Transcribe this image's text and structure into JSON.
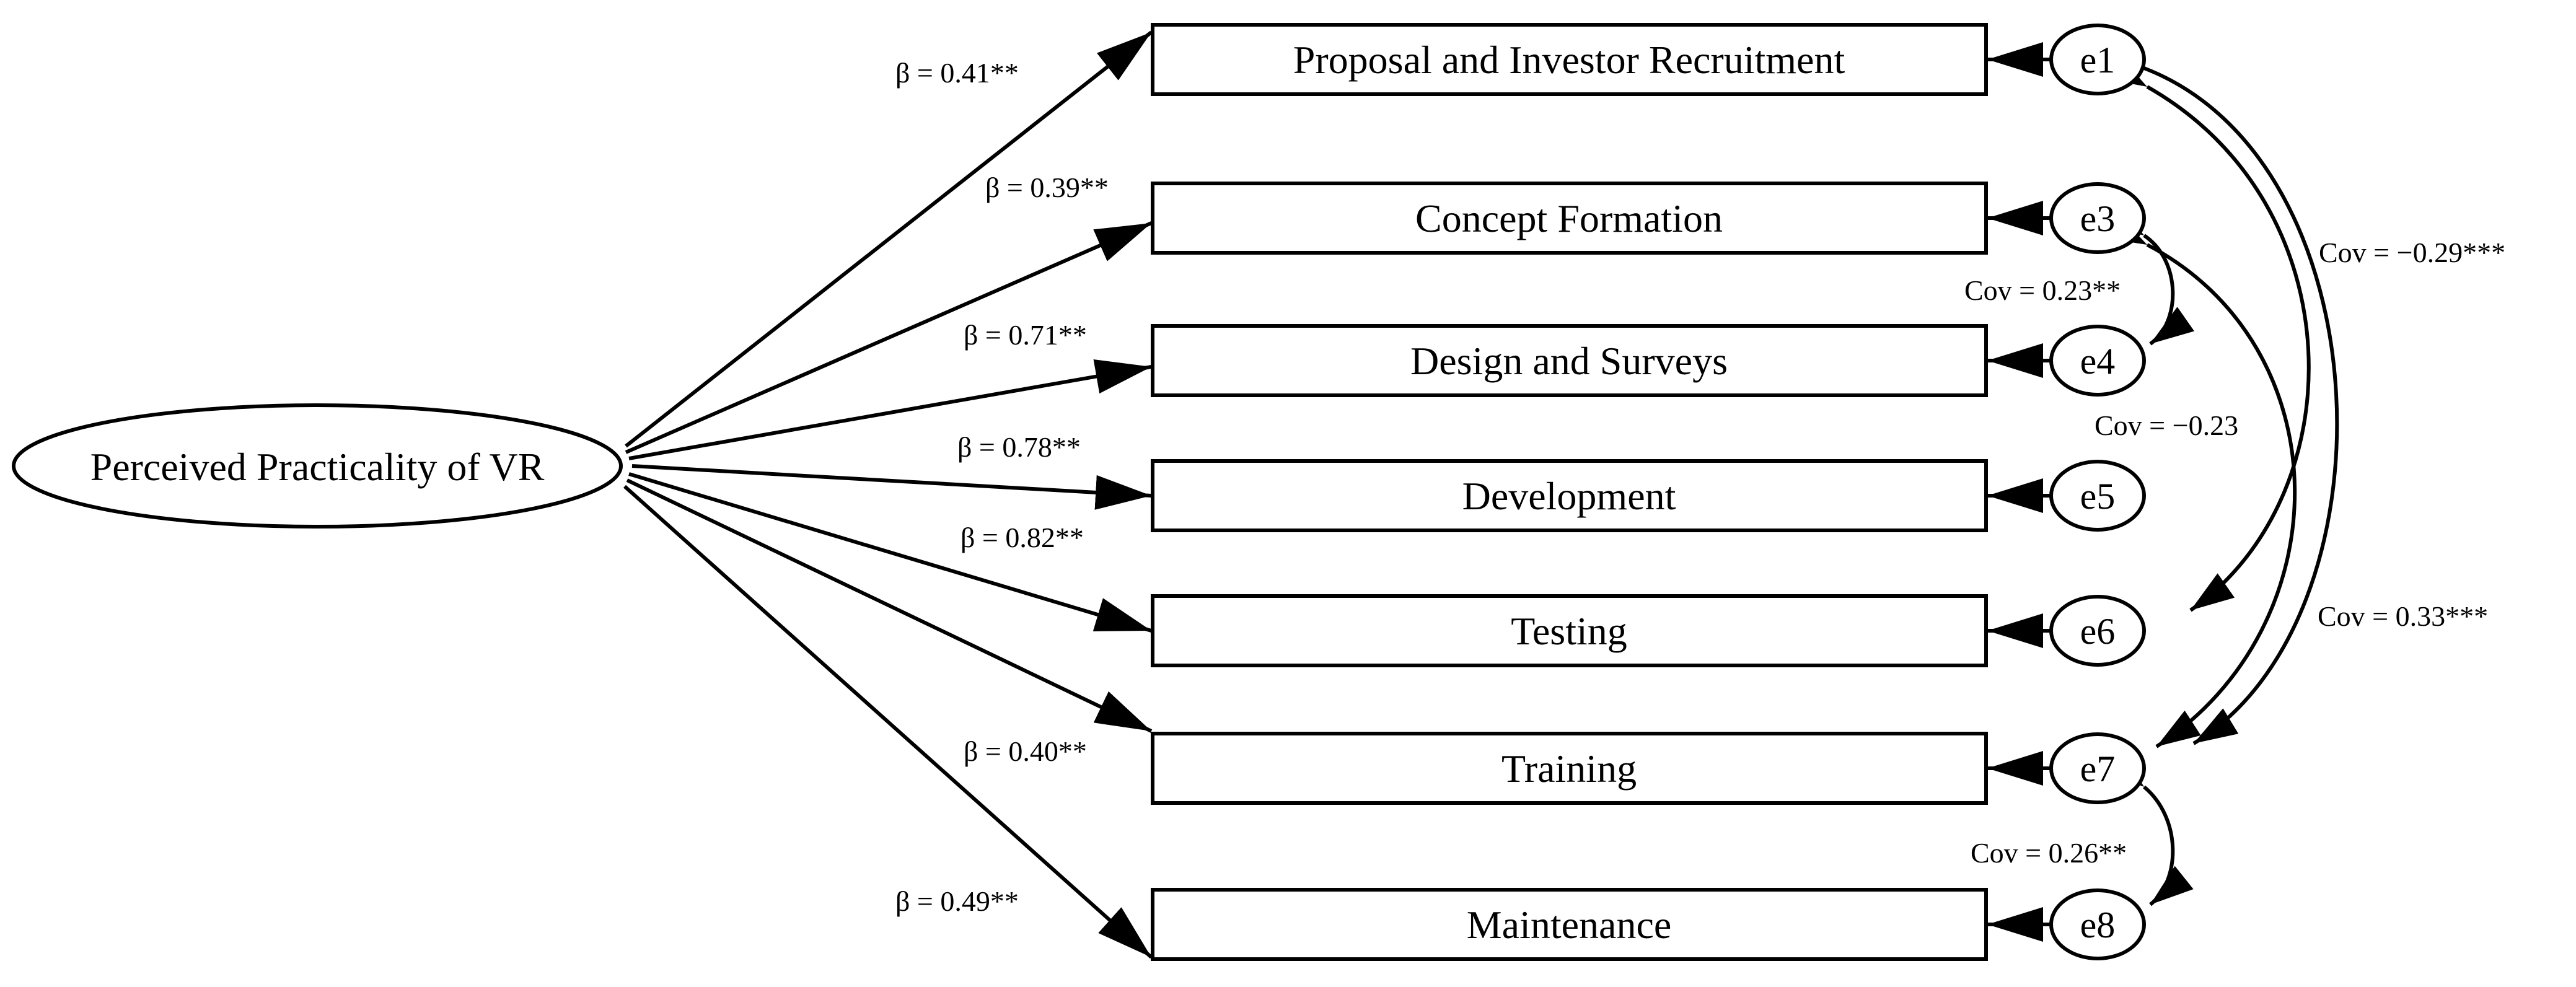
{
  "latent": {
    "label": "Perceived Practicality of VR"
  },
  "indicators": [
    {
      "label": "Proposal and Investor Recruitment",
      "error": "e1",
      "beta": "β = 0.41**"
    },
    {
      "label": "Concept Formation",
      "error": "e3",
      "beta": "β = 0.39**"
    },
    {
      "label": "Design and Surveys",
      "error": "e4",
      "beta": "β = 0.71**"
    },
    {
      "label": "Development",
      "error": "e5",
      "beta": "β = 0.78**"
    },
    {
      "label": "Testing",
      "error": "e6",
      "beta": "β = 0.82**"
    },
    {
      "label": "Training",
      "error": "e7",
      "beta": "β = 0.40**"
    },
    {
      "label": "Maintenance",
      "error": "e8",
      "beta": "β = 0.49**"
    }
  ],
  "covariances": [
    {
      "between": [
        "e1",
        "e6"
      ],
      "label": "Cov = −0.29***"
    },
    {
      "between": [
        "e3",
        "e4"
      ],
      "label": "Cov = 0.23**"
    },
    {
      "between": [
        "e3",
        "e7"
      ],
      "label": "Cov = −0.23"
    },
    {
      "between": [
        "e1",
        "e7"
      ],
      "label": "Cov = 0.33***"
    },
    {
      "between": [
        "e7",
        "e8"
      ],
      "label": "Cov = 0.26**"
    }
  ]
}
